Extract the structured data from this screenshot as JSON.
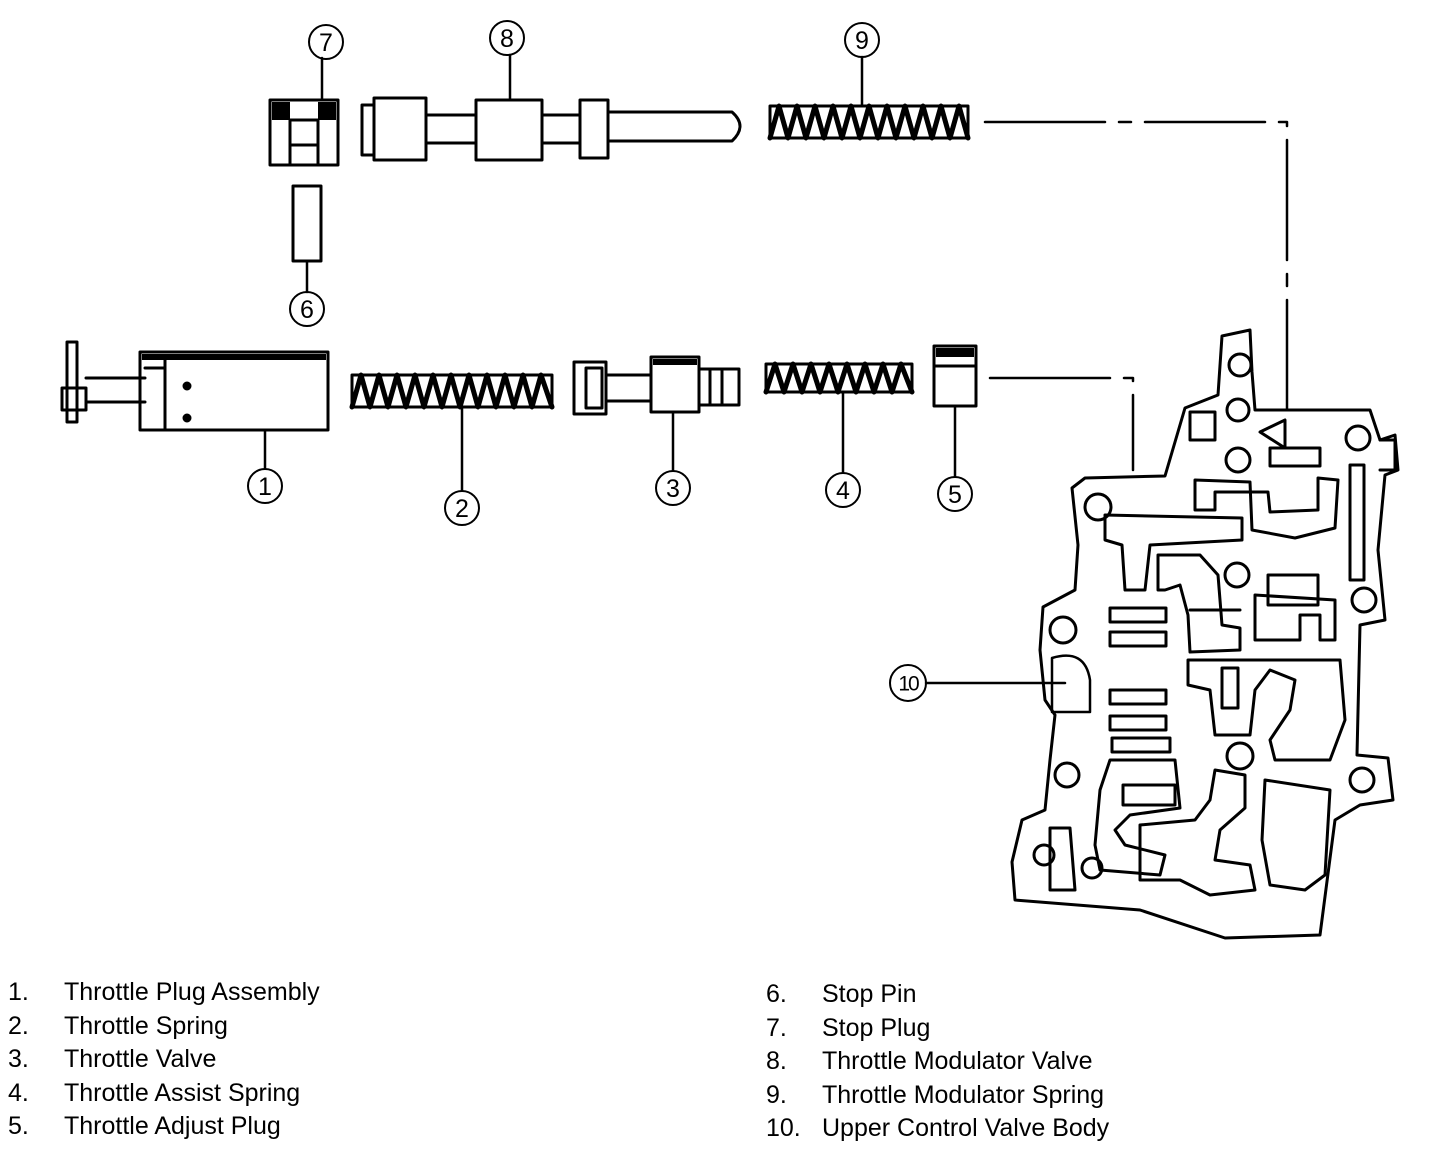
{
  "callouts": [
    "1",
    "2",
    "3",
    "4",
    "5",
    "6",
    "7",
    "8",
    "9",
    "10"
  ],
  "legend_left": [
    {
      "num": "1.",
      "label": "Throttle Plug Assembly"
    },
    {
      "num": "2.",
      "label": "Throttle Spring"
    },
    {
      "num": "3.",
      "label": "Throttle Valve"
    },
    {
      "num": "4.",
      "label": "Throttle Assist Spring"
    },
    {
      "num": "5.",
      "label": "Throttle Adjust Plug"
    }
  ],
  "legend_right": [
    {
      "num": "6.",
      "label": "Stop Pin"
    },
    {
      "num": "7.",
      "label": "Stop Plug"
    },
    {
      "num": "8.",
      "label": "Throttle Modulator Valve"
    },
    {
      "num": "9.",
      "label": "Throttle Modulator Spring"
    },
    {
      "num": "10.",
      "label": "Upper Control Valve Body"
    }
  ]
}
